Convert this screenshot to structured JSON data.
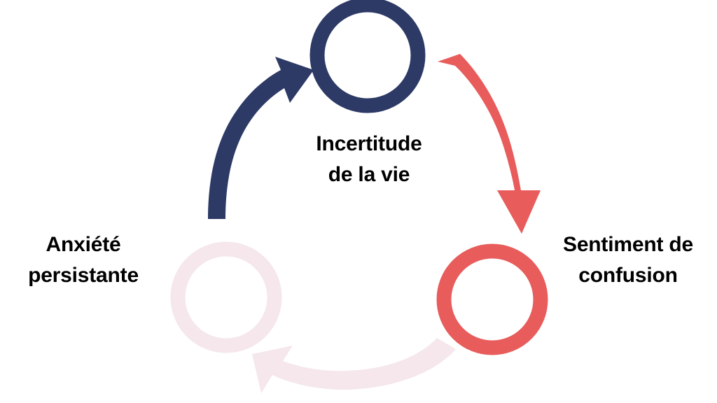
{
  "diagram": {
    "type": "cycle",
    "title": "",
    "language": "fr",
    "background_color": "#FFFFFF",
    "stage_count": 3,
    "direction": "clockwise",
    "stages": [
      {
        "id": "incertitude",
        "label": "Incertitude\nde la vie",
        "label_line1": "Incertitude",
        "label_line2": "de la vie",
        "ring_color": "#2D3A66",
        "label_color": "#000000",
        "position": "top",
        "order": 1
      },
      {
        "id": "confusion",
        "label": "Sentiment de\nconfusion",
        "label_line1": "Sentiment de",
        "label_line2": "confusion",
        "ring_color": "#E85C5C",
        "label_color": "#000000",
        "position": "bottom-right",
        "order": 2
      },
      {
        "id": "anxiete",
        "label": "Anxiété\npersistante",
        "label_line1": "Anxiété",
        "label_line2": "persistante",
        "ring_color": "#F5E7EC",
        "label_color": "#000000",
        "position": "bottom-left",
        "order": 3
      }
    ],
    "arrows": [
      {
        "id": "anxiete-to-incertitude",
        "from": "anxiete",
        "to": "incertitude",
        "color": "#2D3A66",
        "direction": "up-right"
      },
      {
        "id": "incertitude-to-confusion",
        "from": "incertitude",
        "to": "confusion",
        "color": "#E85C5C",
        "direction": "down-right"
      },
      {
        "id": "confusion-to-anxiete",
        "from": "confusion",
        "to": "anxiete",
        "color": "#F5E7EC",
        "direction": "left"
      }
    ],
    "colors": {
      "navy": "#2D3A66",
      "red": "#E85C5C",
      "pale_pink": "#F5E7EC",
      "text": "#000000",
      "background": "#FFFFFF"
    }
  }
}
